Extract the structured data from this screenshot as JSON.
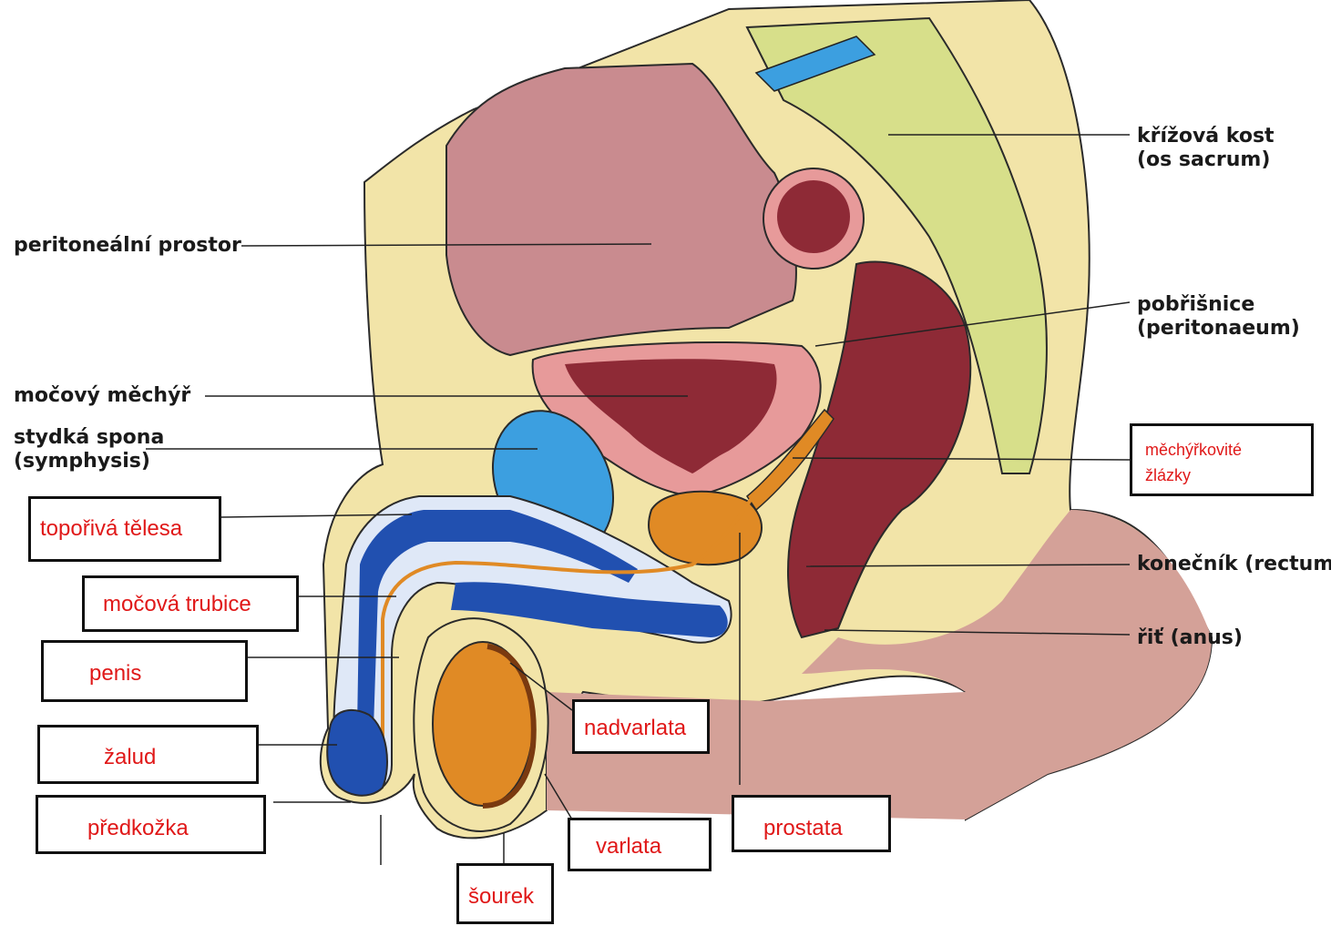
{
  "labels": {
    "peritoneal": "peritoneální prostor",
    "bladder": "močový měchýř",
    "symphysis_1": "stydká spona",
    "symphysis_2": "(symphysis)",
    "sacrum_1": "křížová kost",
    "sacrum_2": "(os sacrum)",
    "peritoneum_1": "pobřišnice",
    "peritoneum_2": "(peritonaeum)",
    "rectum": "konečník  (rectum)",
    "anus": "řiť (anus)"
  },
  "boxes": {
    "erectile": "topořivá tělesa",
    "urethra": "močová trubice",
    "penis": "penis",
    "glans": "žalud",
    "foreskin": "předkožka",
    "scrotum": "šourek",
    "testes": "varlata",
    "epididymis": "nadvarlata",
    "prostate": "prostata",
    "seminal_1": "měchýřkovité",
    "seminal_2": "žlázky"
  },
  "colors": {
    "skin": "#d4a198",
    "fat": "#f2e4a8",
    "bowel": "#c98b8f",
    "rectum": "#8e2a36",
    "bladder_wall": "#e79a9a",
    "bladder_lumen": "#8e2a36",
    "bone": "#d7df8a",
    "symphysis": "#3c9fe0",
    "erectile_blue": "#2150b0",
    "testis": "#e08a25",
    "label_red": "#e01818"
  }
}
